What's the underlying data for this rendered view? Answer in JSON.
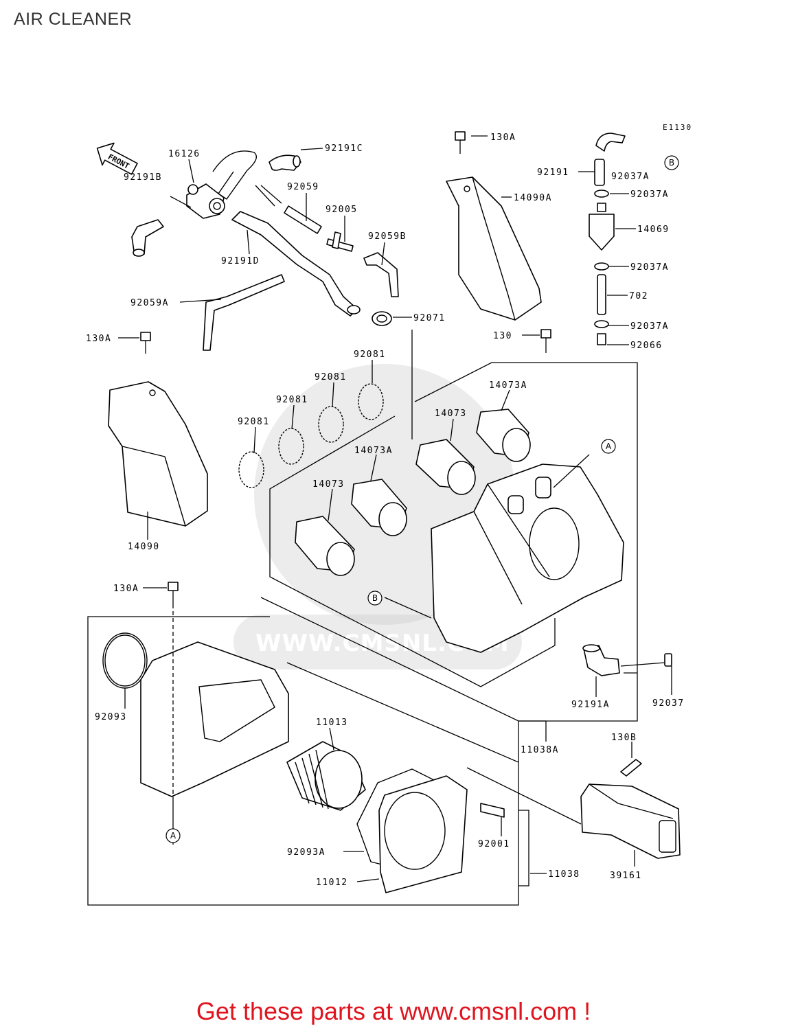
{
  "title": "AIR CLEANER",
  "diagram_code": "E1130",
  "front_arrow": "FRONT",
  "watermark": "WWW.CMSNL.COM",
  "footer": "Get these parts at www.cmsnl.com !",
  "refs": {
    "a": "A",
    "b": "B"
  },
  "parts": {
    "p92191C": "92191C",
    "p16126": "16126",
    "p92191B": "92191B",
    "p92059": "92059",
    "p92005": "92005",
    "p92059B": "92059B",
    "p92191D": "92191D",
    "p92059A": "92059A",
    "p92071": "92071",
    "p130A_top": "130A",
    "p14090A": "14090A",
    "p92191": "92191",
    "p92037A_1": "92037A",
    "p92037A_2": "92037A",
    "p14069": "14069",
    "p92037A_3": "92037A",
    "p702": "702",
    "p92037A_4": "92037A",
    "p92066": "92066",
    "p130": "130",
    "p130A_left": "130A",
    "p14090": "14090",
    "p92081_1": "92081",
    "p92081_2": "92081",
    "p92081_3": "92081",
    "p92081_4": "92081",
    "p14073A_1": "14073A",
    "p14073_1": "14073",
    "p14073A_2": "14073A",
    "p14073_2": "14073",
    "p130A_low": "130A",
    "p92093": "92093",
    "p92191A": "92191A",
    "p92037": "92037",
    "p11038A": "11038A",
    "p11013": "11013",
    "p130B": "130B",
    "p92001": "92001",
    "p92093A": "92093A",
    "p11012": "11012",
    "p11038": "11038",
    "p39161": "39161"
  }
}
